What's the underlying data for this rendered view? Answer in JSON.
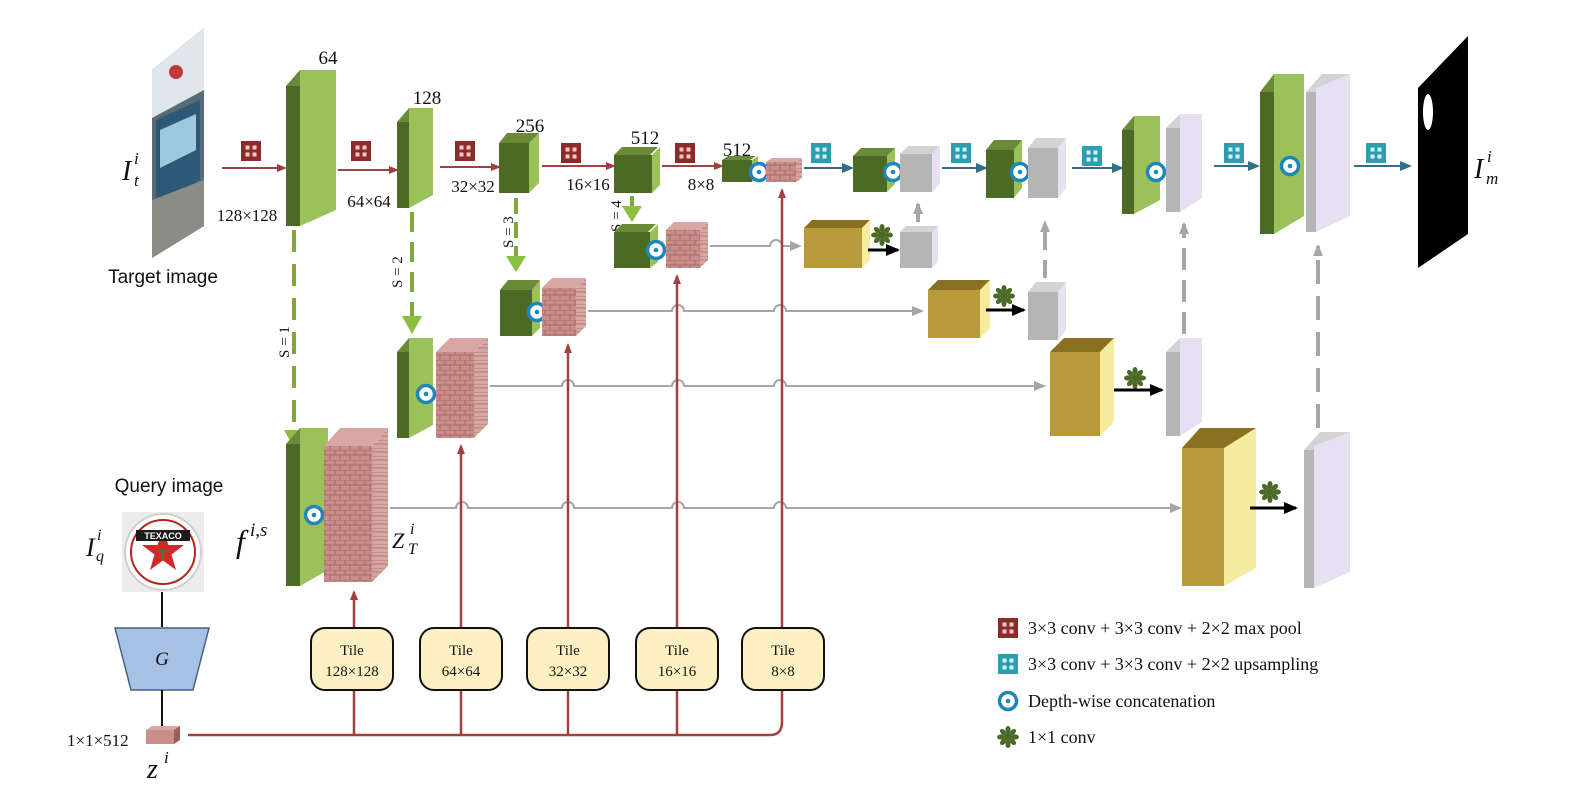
{
  "colors": {
    "encoder_green_front": "#9bc25a",
    "encoder_green_dark": "#4a6a26",
    "tile_pink": "#c98e8a",
    "tile_pink_dark": "#9a5f5c",
    "gold_front": "#b89a3a",
    "gold_side": "#f6eca0",
    "gray_block": "#b5b5b5",
    "lavender": "#e6e0f2",
    "red_arrow": "#a04040",
    "teal_arrow": "#2f7088",
    "gray_arrow": "#a6a6a6",
    "green_dash": "#7fa83a",
    "query_g_fill": "#a8c0e4",
    "tile_box_fill": "#fdf1c4"
  },
  "labels": {
    "target_image": "Target image",
    "query_image": "Query image",
    "generator": "G"
  },
  "encoder": {
    "channels": [
      "64",
      "128",
      "256",
      "512",
      "512"
    ],
    "sizes": [
      "128×128",
      "64×64",
      "32×32",
      "16×16",
      "8×8"
    ]
  },
  "scales": [
    "S = 1",
    "S = 2",
    "S = 3",
    "S = 4"
  ],
  "tiles": [
    {
      "title": "Tile",
      "size": "128×128"
    },
    {
      "title": "Tile",
      "size": "64×64"
    },
    {
      "title": "Tile",
      "size": "32×32"
    },
    {
      "title": "Tile",
      "size": "16×16"
    },
    {
      "title": "Tile",
      "size": "8×8"
    }
  ],
  "math": {
    "target_sym": "I",
    "target_sup": "i",
    "target_sub": "t",
    "query_sym": "I",
    "query_sup": "i",
    "query_sub": "q",
    "output_sym": "I",
    "output_sup": "i",
    "output_sub": "m",
    "feature_sym": "f",
    "feature_sup": "i,s",
    "tiled_sym": "Z",
    "tiled_sup": "i",
    "tiled_sub": "T",
    "latent_sym": "z",
    "latent_sup": "i",
    "latent_dim": "1×1×512"
  },
  "legend": [
    {
      "icon": "red-conv-icon",
      "text": "3×3 conv + 3×3 conv + 2×2 max pool"
    },
    {
      "icon": "teal-upsample-icon",
      "text": "3×3 conv + 3×3 conv + 2×2 upsampling"
    },
    {
      "icon": "concat-icon",
      "text": "Depth-wise concatenation"
    },
    {
      "icon": "star-conv-icon",
      "text": "1×1 conv"
    }
  ]
}
